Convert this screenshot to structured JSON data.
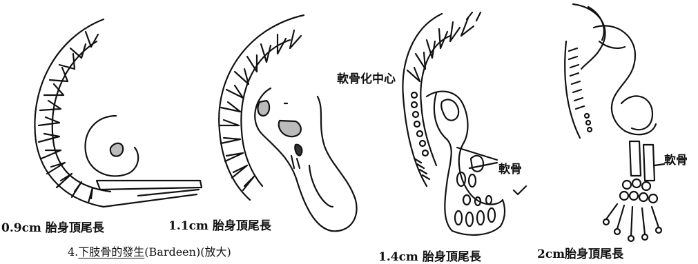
{
  "stages": [
    {
      "label": "0.9cm 胎身頂尾長"
    },
    {
      "label": "1.1cm 胎身頂尾長"
    },
    {
      "label": "1.4cm 胎身頂尾長"
    },
    {
      "label": "2cm胎身頂尾長"
    }
  ],
  "annotations": {
    "ossification_center": "軟骨化中心",
    "cartilage_1": "軟骨",
    "cartilage_2": "軟骨"
  },
  "caption": {
    "number": "4.",
    "title": "下肢骨的發生",
    "source": "(Bardeen)",
    "note": "(放大)"
  }
}
